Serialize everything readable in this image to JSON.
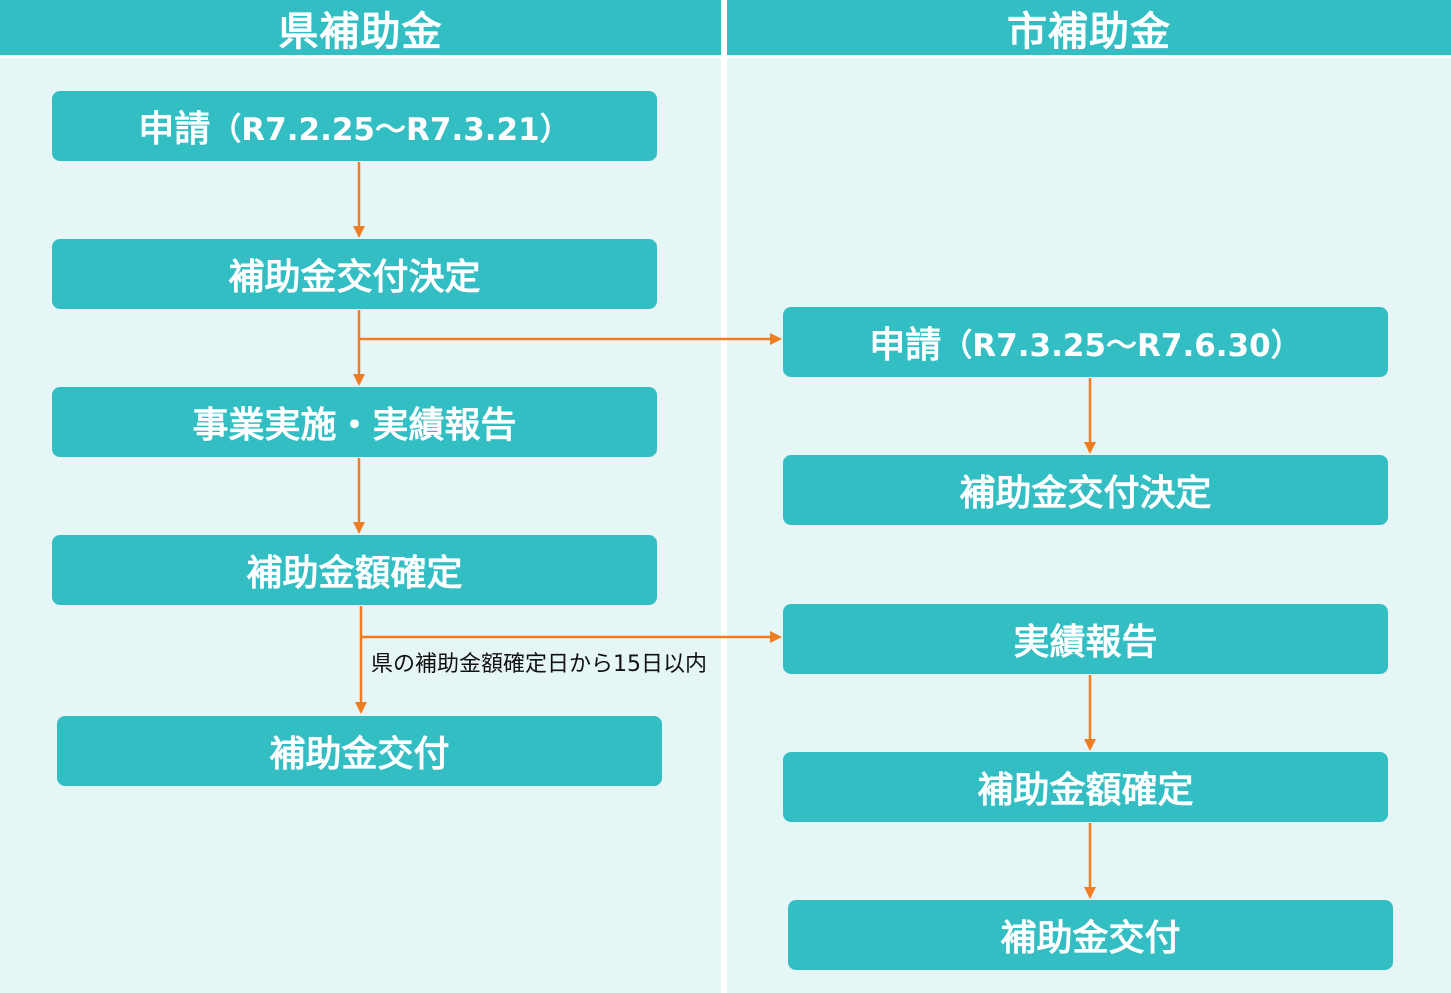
{
  "prefecture": {
    "header": "県補助金",
    "steps": [
      {
        "main": "申請",
        "period": "（R7.2.25～R7.3.21）"
      },
      {
        "main": "補助金交付決定"
      },
      {
        "main": "事業実施・実績報告"
      },
      {
        "main": "補助金額確定"
      },
      {
        "main": "補助金交付"
      }
    ]
  },
  "city": {
    "header": "市補助金",
    "steps": [
      {
        "main": "申請",
        "period": "（R7.3.25～R7.6.30）"
      },
      {
        "main": "補助金交付決定"
      },
      {
        "main": "実績報告"
      },
      {
        "main": "補助金額確定"
      },
      {
        "main": "補助金交付"
      }
    ]
  },
  "connector_note": "県の補助金額確定日から15日以内",
  "colors": {
    "header": "#33bec4",
    "box": "#33bec4",
    "background": "#e6f6f6",
    "arrow": "#f07d22"
  }
}
